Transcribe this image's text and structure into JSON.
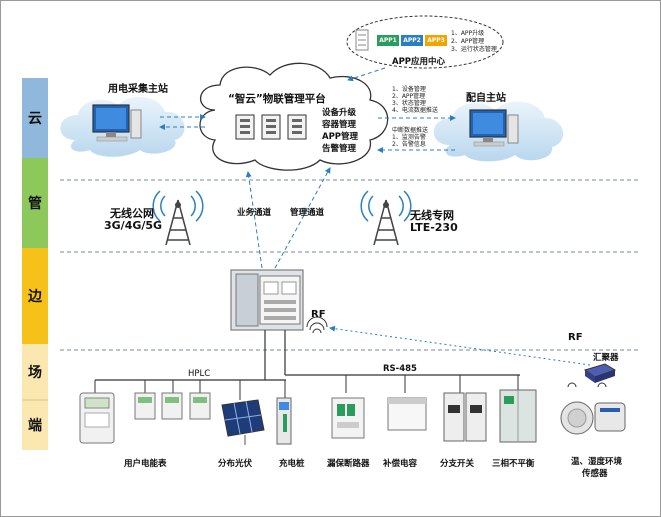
{
  "layers": [
    "云",
    "管",
    "边",
    "场",
    "端"
  ],
  "layer_colors": [
    "#8fb8dc",
    "#8dc95a",
    "#f6c21a",
    "#fbe8b0",
    "#fbe8b0"
  ],
  "app_center": {
    "title": "APP应用中心",
    "apps": [
      "APP1",
      "APP2",
      "APP3"
    ],
    "list": [
      "1、APP升级",
      "2、APP管理",
      "3、运行状态管理"
    ]
  },
  "platform": {
    "title": "“智云”物联管理平台",
    "features": [
      "设备升级",
      "容器管理",
      "APP管理",
      "告警管理"
    ]
  },
  "left_station": "用电采集主站",
  "right_station": "配自主站",
  "right_notes_top": [
    "1、设备管理",
    "2、APP管理",
    "3、状态管理",
    "4、电流数据推送"
  ],
  "right_notes_bottom": [
    "中断数据推送",
    "1、监测告警",
    "2、告警信息"
  ],
  "left_network": {
    "line1": "无线公网",
    "line2": "3G/4G/5G"
  },
  "right_network": {
    "line1": "无线专网",
    "line2": "LTE-230"
  },
  "channels": {
    "business": "业务通道",
    "management": "管理通道"
  },
  "rf_label": "RF",
  "rf_label2": "RF",
  "concentrator": "汇聚器",
  "bus_hplc": "HPLC",
  "bus_rs485": "RS-485",
  "devices": [
    "用户电能表",
    "分布光伏",
    "充电桩",
    "漏保断路器",
    "补偿电容",
    "分支开关",
    "三相不平衡"
  ],
  "sensor": {
    "line1": "温、湿度环境",
    "line2": "传感器"
  },
  "colors": {
    "arrow": "#2a7fc0",
    "dashed": "#7a8a99",
    "screen": "#1f63b8"
  }
}
